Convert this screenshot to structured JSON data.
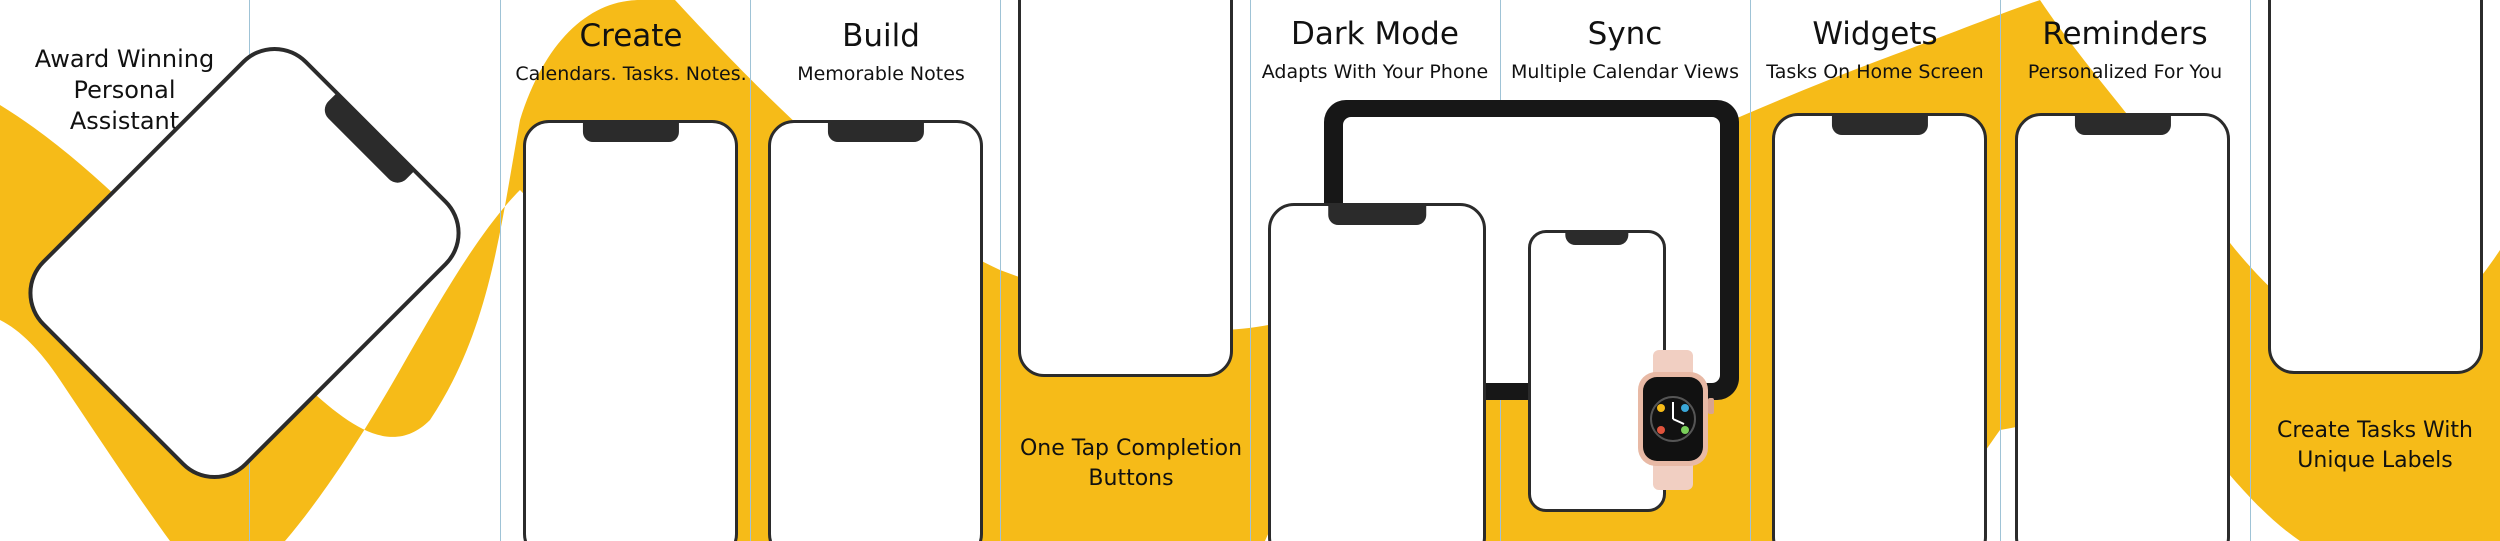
{
  "panels": [
    {
      "lines": [
        "Award Winning",
        "Personal",
        "Assistant"
      ]
    },
    {
      "title": "Create",
      "subtitle": "Calendars. Tasks. Notes."
    },
    {
      "title": "Build",
      "subtitle": "Memorable Notes"
    },
    {
      "lines": [
        "One Tap Completion",
        "Buttons"
      ]
    },
    {
      "title": "Dark Mode",
      "subtitle": "Adapts With Your Phone"
    },
    {
      "title": "Sync",
      "subtitle": "Multiple Calendar Views"
    },
    {
      "title": "Widgets",
      "subtitle": "Tasks On Home Screen"
    },
    {
      "title": "Reminders",
      "subtitle": "Personalized For You"
    },
    {
      "lines": [
        "Create Tasks With",
        "Unique Labels"
      ]
    }
  ],
  "colors": {
    "accent_yellow": "#f6bb18",
    "device_frame": "#2b2b2b",
    "guide_line": "#9fc3d6",
    "watch_band": "#f1cfc2"
  },
  "icons": [
    "phone-mockup",
    "tablet-mockup",
    "smartwatch"
  ]
}
